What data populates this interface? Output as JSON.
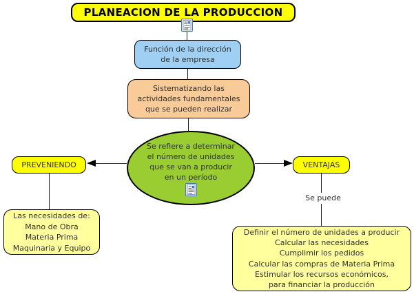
{
  "map": {
    "title": {
      "label": "PLANEACION DE LA PRODUCCION"
    },
    "nodes": {
      "funcion": {
        "label": "Función de la dirección\nde la empresa"
      },
      "sistematizando": {
        "label": "Sistematizando las\nactividades fundamentales\nque se pueden realizar"
      },
      "definicion": {
        "label": "Se refiere a determinar\nel número de unidades\nque se van a producir\nen un período"
      },
      "preveniendo": {
        "label": "PREVENIENDO"
      },
      "ventajas": {
        "label": "VENTAJAS"
      },
      "necesidades": {
        "label": "Las necesidades de:\nMano de Obra\nMateria Prima\nMaquinaria y Equipo"
      },
      "ventajas_detalle": {
        "label": "Definir el número de unidades a producir\nCalcular las necesidades\nCumplimir los pedidos\nCalcular las compras de Materia Prima\nEstimular los recursos económicos,\npara financiar la producción"
      }
    },
    "links": {
      "se_puede": {
        "label": "Se puede"
      }
    },
    "icons": {
      "resource": "resource-document-icon"
    },
    "colors": {
      "title_fill": "#ffff00",
      "label_fill": "#ffff00",
      "pale_yellow_fill": "#ffff9e",
      "blue_fill": "#9fcff2",
      "orange_fill": "#f9cb98",
      "green_fill": "#9acd32",
      "border": "#000000",
      "text": "#2f2f2f"
    }
  }
}
